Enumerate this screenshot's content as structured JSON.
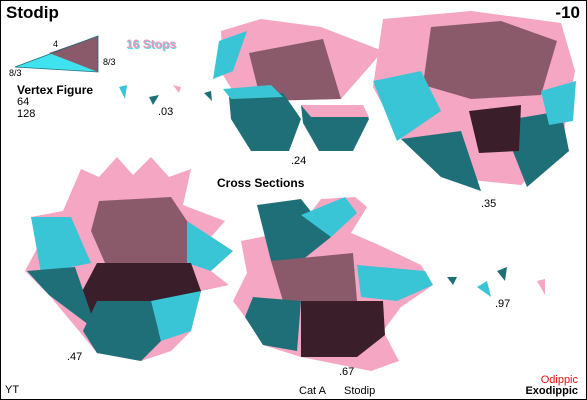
{
  "title": "Stodip",
  "number": "-10",
  "stops_label": "16 Stops",
  "vertex_figure": {
    "title": "Vertex Figure",
    "value_a": "64",
    "value_b": "128",
    "edge_labels": [
      "4",
      "8/3",
      "8/3"
    ]
  },
  "cross_sections_label": "Cross Sections",
  "section_labels": [
    ".03",
    ".24",
    ".35",
    ".47",
    ".67",
    ".97"
  ],
  "footer": {
    "author": "YT",
    "category": "Cat A",
    "short_name": "Stodip",
    "odd_name": "Odippic",
    "exo_name": "Exodippic"
  },
  "colors": {
    "cyan": "#39c5d6",
    "pink": "#f4a6c2",
    "mauve": "#8b5a6a",
    "teal_dark": "#1f6f78",
    "odippic_red": "#e01010"
  }
}
